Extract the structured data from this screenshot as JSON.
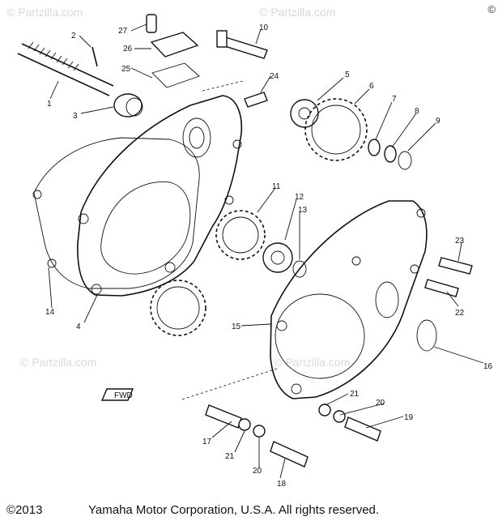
{
  "watermark": {
    "text": "© Partzilla.com"
  },
  "corner_mark": "©",
  "callouts": [
    "1",
    "2",
    "3",
    "4",
    "5",
    "6",
    "7",
    "8",
    "9",
    "10",
    "11",
    "12",
    "13",
    "14",
    "15",
    "16",
    "17",
    "18",
    "19",
    "20",
    "20",
    "21",
    "21",
    "22",
    "23",
    "24",
    "25",
    "26",
    "27"
  ],
  "direction_tag": "FWD",
  "footer": {
    "year": "©2013",
    "text": "Yamaha Motor Corporation, U.S.A. All rights reserved."
  }
}
